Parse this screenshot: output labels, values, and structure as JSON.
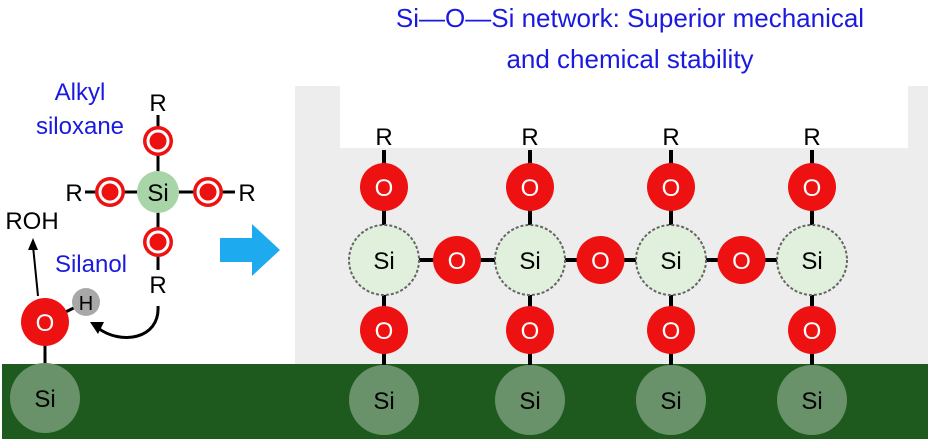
{
  "title": {
    "line1": "Si—O—Si network: Superior mechanical",
    "line2": "and chemical stability"
  },
  "labels": {
    "alkyl_line1": "Alkyl",
    "alkyl_line2": "siloxane",
    "silanol": "Silanol",
    "roh": "ROH"
  },
  "atoms": {
    "si": "Si",
    "o": "O",
    "r": "R",
    "h": "H"
  },
  "colors": {
    "title_blue": "#1a1adf",
    "oxygen_red": "#ee1111",
    "silicon_light": "#a8d5a8",
    "silicon_network": "#e0f0dc",
    "substrate": "#1e5a1e",
    "substrate_si": "#6a926a",
    "hydrogen": "#a8a8a8",
    "arrow": "#1eaaee",
    "panel": "#ededed"
  },
  "network_columns": 4
}
